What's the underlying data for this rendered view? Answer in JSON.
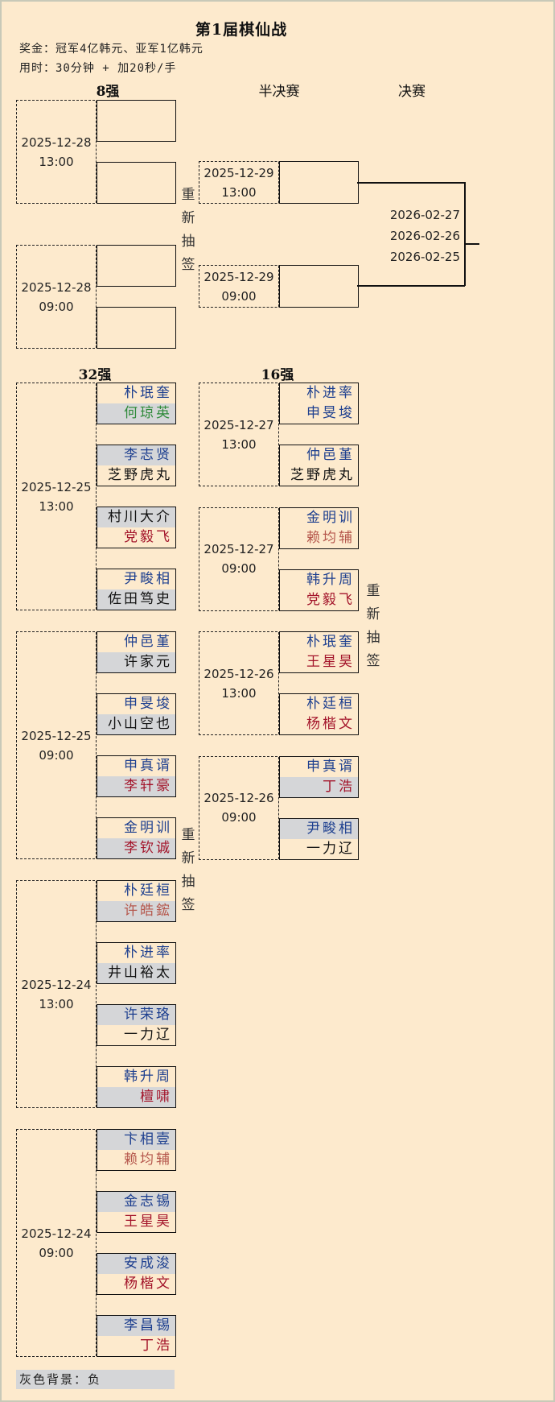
{
  "title": "第1届棋仙战",
  "prize": "奖金：冠军4亿韩元、亚军1亿韩元",
  "time_control": "用时：30分钟 + 加20秒/手",
  "headers": {
    "r8": "8强",
    "sf": "半决赛",
    "final": "决赛",
    "r32": "32强",
    "r16": "16强"
  },
  "redraw_label": [
    "重",
    "新",
    "抽",
    "签"
  ],
  "colors": {
    "korea": "#1d3f8f",
    "china": "#a3142a",
    "taiwan": "#b5574c",
    "japan": "#111111",
    "female": "#2f8a3a",
    "loss_bg": "#d5d6d8",
    "page_bg": "#fdeacd"
  },
  "r8": {
    "blocks": [
      {
        "date": "2025-12-28",
        "time": "13:00"
      },
      {
        "date": "2025-12-28",
        "time": "09:00"
      }
    ]
  },
  "sf": {
    "matches": [
      {
        "date": "2025-12-29",
        "time": "13:00"
      },
      {
        "date": "2025-12-29",
        "time": "09:00"
      }
    ]
  },
  "final": {
    "dates": [
      "2026-02-27",
      "2026-02-26",
      "2026-02-25"
    ]
  },
  "r16": {
    "blocks": [
      {
        "date": "2025-12-27",
        "time": "13:00",
        "matches": [
          [
            {
              "name": "朴进率",
              "nat": "kr",
              "loss": false
            },
            {
              "name": "申旻埈",
              "nat": "kr",
              "loss": false
            }
          ],
          [
            {
              "name": "仲邑堇",
              "nat": "kr",
              "loss": false
            },
            {
              "name": "芝野虎丸",
              "nat": "jp",
              "loss": false
            }
          ]
        ]
      },
      {
        "date": "2025-12-27",
        "time": "09:00",
        "matches": [
          [
            {
              "name": "金明训",
              "nat": "kr",
              "loss": false
            },
            {
              "name": "赖均辅",
              "nat": "tw",
              "loss": false
            }
          ],
          [
            {
              "name": "韩升周",
              "nat": "kr",
              "loss": false
            },
            {
              "name": "党毅飞",
              "nat": "cn",
              "loss": false
            }
          ]
        ]
      },
      {
        "date": "2025-12-26",
        "time": "13:00",
        "matches": [
          [
            {
              "name": "朴珉奎",
              "nat": "kr",
              "loss": false
            },
            {
              "name": "王星昊",
              "nat": "cn",
              "loss": false
            }
          ],
          [
            {
              "name": "朴廷桓",
              "nat": "kr",
              "loss": false
            },
            {
              "name": "杨楷文",
              "nat": "cn",
              "loss": false
            }
          ]
        ]
      },
      {
        "date": "2025-12-26",
        "time": "09:00",
        "matches": [
          [
            {
              "name": "申真谞",
              "nat": "kr",
              "loss": false
            },
            {
              "name": "丁浩",
              "nat": "cn",
              "loss": true
            }
          ],
          [
            {
              "name": "尹畯相",
              "nat": "kr",
              "loss": true
            },
            {
              "name": "一力辽",
              "nat": "jp",
              "loss": false
            }
          ]
        ]
      }
    ]
  },
  "r32": {
    "blocks": [
      {
        "date": "2025-12-25",
        "time": "13:00",
        "matches": [
          [
            {
              "name": "朴珉奎",
              "nat": "kr",
              "loss": false
            },
            {
              "name": "何琼英",
              "nat": "fm",
              "loss": true
            }
          ],
          [
            {
              "name": "李志贤",
              "nat": "kr",
              "loss": true
            },
            {
              "name": "芝野虎丸",
              "nat": "jp",
              "loss": false
            }
          ],
          [
            {
              "name": "村川大介",
              "nat": "jp",
              "loss": true
            },
            {
              "name": "党毅飞",
              "nat": "cn",
              "loss": false
            }
          ],
          [
            {
              "name": "尹畯相",
              "nat": "kr",
              "loss": false
            },
            {
              "name": "佐田笃史",
              "nat": "jp",
              "loss": true
            }
          ]
        ]
      },
      {
        "date": "2025-12-25",
        "time": "09:00",
        "matches": [
          [
            {
              "name": "仲邑堇",
              "nat": "kr",
              "loss": false
            },
            {
              "name": "许家元",
              "nat": "jp",
              "loss": true
            }
          ],
          [
            {
              "name": "申旻埈",
              "nat": "kr",
              "loss": false
            },
            {
              "name": "小山空也",
              "nat": "jp",
              "loss": true
            }
          ],
          [
            {
              "name": "申真谞",
              "nat": "kr",
              "loss": false
            },
            {
              "name": "李轩豪",
              "nat": "cn",
              "loss": true
            }
          ],
          [
            {
              "name": "金明训",
              "nat": "kr",
              "loss": false
            },
            {
              "name": "李钦诚",
              "nat": "cn",
              "loss": true
            }
          ]
        ]
      },
      {
        "date": "2025-12-24",
        "time": "13:00",
        "matches": [
          [
            {
              "name": "朴廷桓",
              "nat": "kr",
              "loss": false
            },
            {
              "name": "许皓鋐",
              "nat": "tw",
              "loss": true
            }
          ],
          [
            {
              "name": "朴进率",
              "nat": "kr",
              "loss": false
            },
            {
              "name": "井山裕太",
              "nat": "jp",
              "loss": true
            }
          ],
          [
            {
              "name": "许荣珞",
              "nat": "kr",
              "loss": true
            },
            {
              "name": "一力辽",
              "nat": "jp",
              "loss": false
            }
          ],
          [
            {
              "name": "韩升周",
              "nat": "kr",
              "loss": false
            },
            {
              "name": "檀啸",
              "nat": "cn",
              "loss": true
            }
          ]
        ]
      },
      {
        "date": "2025-12-24",
        "time": "09:00",
        "matches": [
          [
            {
              "name": "卞相壹",
              "nat": "kr",
              "loss": true
            },
            {
              "name": "赖均辅",
              "nat": "tw",
              "loss": false
            }
          ],
          [
            {
              "name": "金志锡",
              "nat": "kr",
              "loss": true
            },
            {
              "name": "王星昊",
              "nat": "cn",
              "loss": false
            }
          ],
          [
            {
              "name": "安成浚",
              "nat": "kr",
              "loss": true
            },
            {
              "name": "杨楷文",
              "nat": "cn",
              "loss": false
            }
          ],
          [
            {
              "name": "李昌锡",
              "nat": "kr",
              "loss": true
            },
            {
              "name": "丁浩",
              "nat": "cn",
              "loss": false
            }
          ]
        ]
      }
    ]
  },
  "legend": "灰色背景：负"
}
